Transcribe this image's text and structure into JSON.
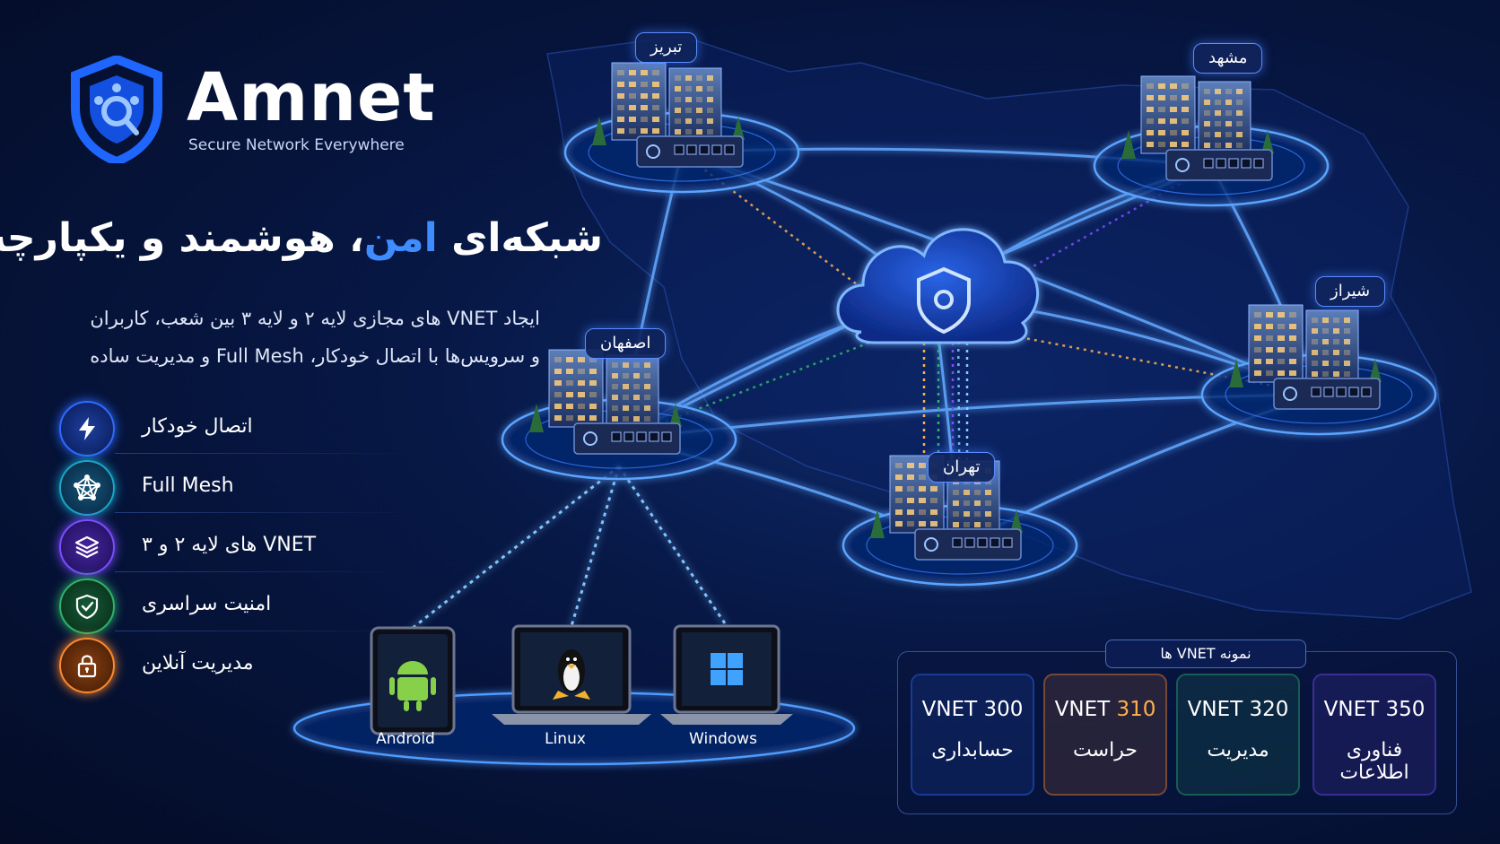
{
  "brand": {
    "name": "Amnet",
    "tagline": "Secure Network Everywhere"
  },
  "headline": {
    "part1": "شبکه‌ای",
    "highlight": "امن",
    "part2": "، هوشمند و یکپارچه"
  },
  "description": {
    "line1": "ایجاد VNET های مجازی لایه ۲ و لایه ۳ بین شعب، کاربران",
    "line2": "و سرویس‌ها با اتصال خودکار، Full Mesh و مدیریت ساده"
  },
  "features": [
    {
      "label": "اتصال خودکار",
      "icon": "lightning-icon",
      "color": "#2f6bff"
    },
    {
      "label": "Full Mesh",
      "icon": "mesh-icon",
      "color": "#1aa6c8"
    },
    {
      "label": "VNET های لایه ۲ و ۳",
      "icon": "layers-icon",
      "color": "#7b4dff"
    },
    {
      "label": "امنیت سراسری",
      "icon": "shield-check-icon",
      "color": "#2fb36b"
    },
    {
      "label": "مدیریت آنلاین",
      "icon": "lock-icon",
      "color": "#ff8a2a"
    }
  ],
  "cities": {
    "tabriz": "تبریز",
    "mashhad": "مشهد",
    "shiraz": "شیراز",
    "isfahan": "اصفهان",
    "tehran": "تهران"
  },
  "devices": {
    "android": "Android",
    "linux": "Linux",
    "windows": "Windows"
  },
  "vnet_panel": {
    "title": "نمونه VNET ها",
    "cards": [
      {
        "prefix": "VNET",
        "number": "300",
        "dept": "حسابداری",
        "accent": "#2f6bff",
        "num_color": "#ffffff"
      },
      {
        "prefix": "VNET",
        "number": "310",
        "dept": "حراست",
        "accent": "#ff8a2a",
        "num_color": "#ffb14a"
      },
      {
        "prefix": "VNET",
        "number": "320",
        "dept": "مدیریت",
        "accent": "#2fb36b",
        "num_color": "#ffffff"
      },
      {
        "prefix": "VNET",
        "number": "350",
        "dept": "فناوری اطلاعات",
        "accent": "#7b4dff",
        "num_color": "#ffffff"
      }
    ]
  },
  "colors": {
    "accent_blue": "#3f8cff",
    "glow": "#4f9bff",
    "background": "#040c26"
  }
}
